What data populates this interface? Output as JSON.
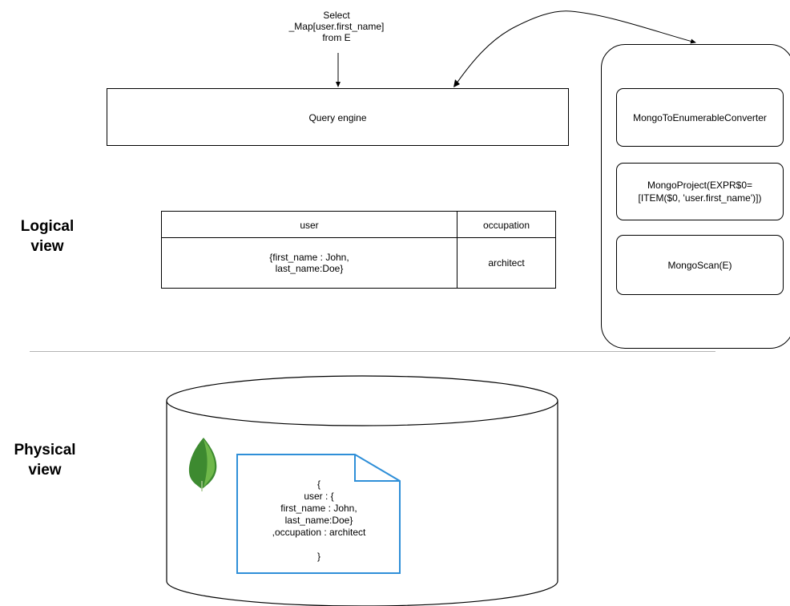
{
  "query": {
    "select_lines": [
      "Select",
      "_Map[user.first_name]",
      "from E"
    ],
    "engine_label": "Query engine"
  },
  "labels": {
    "logical": [
      "Logical",
      "view"
    ],
    "physical": [
      "Physical",
      "view"
    ]
  },
  "table": {
    "headers": [
      "user",
      "occupation"
    ],
    "row": {
      "user_lines": [
        "{first_name : John,",
        "last_name:Doe}"
      ],
      "occupation": "architect"
    }
  },
  "plan": {
    "nodes": [
      {
        "lines": [
          "MongoToEnumerableConverter"
        ]
      },
      {
        "lines": [
          "MongoProject(EXPR$0=",
          "[ITEM($0, 'user.first_name')])"
        ]
      },
      {
        "lines": [
          "MongoScan(E)"
        ]
      }
    ]
  },
  "document": {
    "lines": [
      "{",
      "user : {",
      "first_name : John,",
      "last_name:Doe}",
      ",occupation : architect",
      "",
      "}"
    ]
  },
  "colors": {
    "document_border": "#2f8fd8",
    "leaf_dark": "#3d8a30",
    "leaf_light": "#6fb84a",
    "divider": "#b3b3b3"
  },
  "icons": {
    "engine": "gear-icon",
    "database": "mongodb-leaf-icon"
  }
}
